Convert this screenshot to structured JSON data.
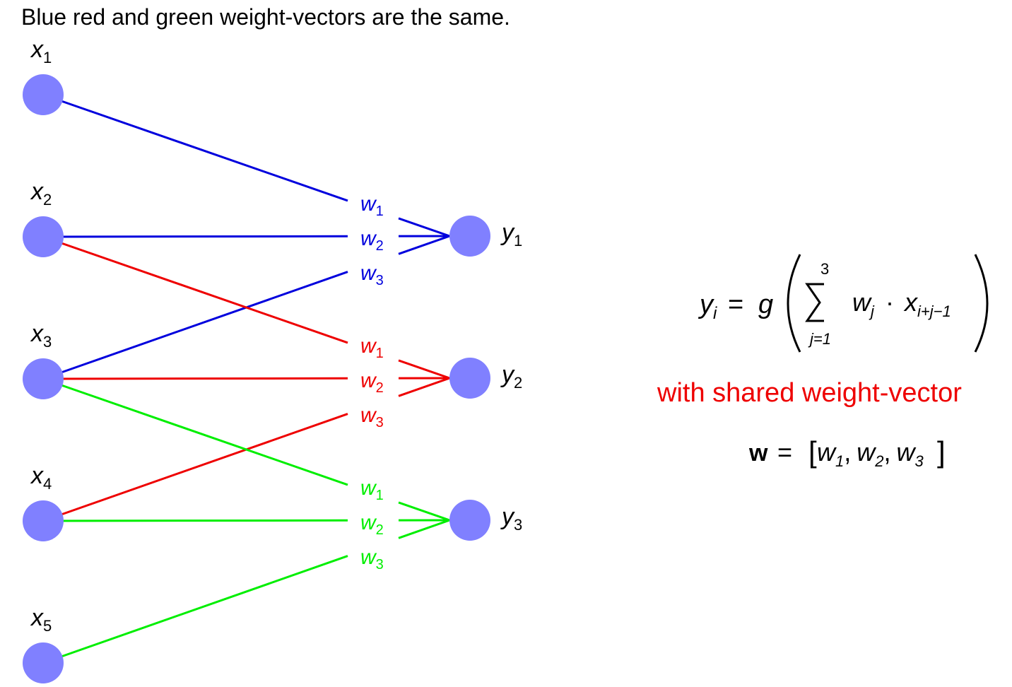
{
  "title": "Blue red and green weight-vectors are the same.",
  "colors": {
    "node": "#8080ff",
    "blue": "#0000dd",
    "red": "#ee0000",
    "green": "#00ee00",
    "text": "#000000",
    "note": "#ee0000"
  },
  "inputs": [
    {
      "base": "x",
      "sub": "1"
    },
    {
      "base": "x",
      "sub": "2"
    },
    {
      "base": "x",
      "sub": "3"
    },
    {
      "base": "x",
      "sub": "4"
    },
    {
      "base": "x",
      "sub": "5"
    }
  ],
  "outputs": [
    {
      "base": "y",
      "sub": "1",
      "color_key": "blue"
    },
    {
      "base": "y",
      "sub": "2",
      "color_key": "red"
    },
    {
      "base": "y",
      "sub": "3",
      "color_key": "green"
    }
  ],
  "weights": [
    {
      "base": "w",
      "sub": "1"
    },
    {
      "base": "w",
      "sub": "2"
    },
    {
      "base": "w",
      "sub": "3"
    }
  ],
  "formula": {
    "lhs_base": "y",
    "lhs_sub": "i",
    "equals": "=",
    "func": "g",
    "sum_upper": "3",
    "sum_lower": "j=1",
    "term_w_base": "w",
    "term_w_sub": "j",
    "dot": "·",
    "term_x_base": "x",
    "term_x_sub": "i+j−1"
  },
  "note": "with shared weight-vector",
  "weight_vector": {
    "symbol": "w",
    "equals": "=",
    "open": "[",
    "close": "]",
    "entries": [
      "w",
      "w",
      "w"
    ],
    "subs": [
      "1",
      "2",
      "3"
    ],
    "sep": ","
  }
}
